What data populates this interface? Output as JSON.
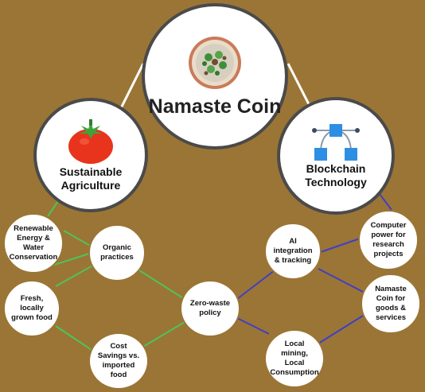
{
  "center": {
    "title": "Namaste Coin",
    "icon": "coin-icon"
  },
  "left": {
    "title": "Sustainable\nAgriculture",
    "icon": "tomato-icon"
  },
  "right": {
    "title": "Blockchain\nTechnology",
    "icon": "network-diagram-icon"
  },
  "nodes": {
    "renewable": "Renewable Energy & Water Conservation",
    "organic": "Organic practices",
    "fresh": "Fresh, locally grown food",
    "cost": "Cost Savings vs. imported food",
    "zero": "Zero-waste policy",
    "ai": "AI integration & tracking",
    "computer": "Computer power for research projects",
    "goods": "Namaste Coin for goods & services",
    "mining": "Local mining, Local Consumption"
  },
  "colors": {
    "background": "#9b7535",
    "green_links": "#4fc25a",
    "blue_links": "#3f3fc8",
    "connector": "#ffffff",
    "tomato": "#e8341c",
    "blue_icon": "#2d8fe3"
  }
}
